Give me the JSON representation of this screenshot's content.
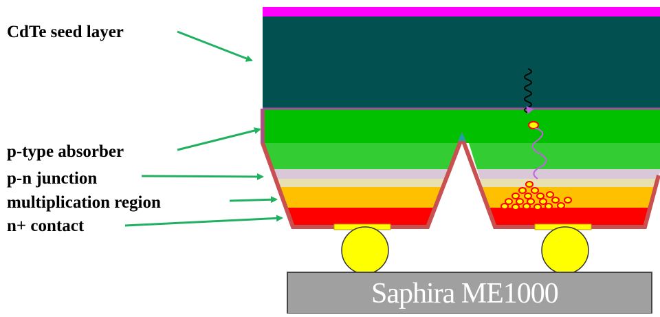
{
  "labels": {
    "seed": "CdTe seed layer",
    "absorber": "p-type absorber",
    "junction": "p-n junction",
    "multiplication": "multiplication region",
    "contact": "n+ contact"
  },
  "readout_chip": {
    "label": "Saphira ME1000"
  },
  "colors": {
    "cap_layer": "#ff00ff",
    "seed_layer": "#02504f",
    "absorber_light": "#00c000",
    "absorber_dark": "#33cc33",
    "junction": "#d8c8d8",
    "multiplication": "#ffc000",
    "contact": "#ff0000",
    "passivation": "#c85050",
    "bump": "#ffff00",
    "chip": "#a0a0a0",
    "arrow": "#1fb060",
    "photon": "#000000",
    "carrier_path": "#c060e0"
  },
  "icons": [
    "photon-wave-icon",
    "electron-icon",
    "avalanche-cluster-icon",
    "arrow-icon"
  ]
}
